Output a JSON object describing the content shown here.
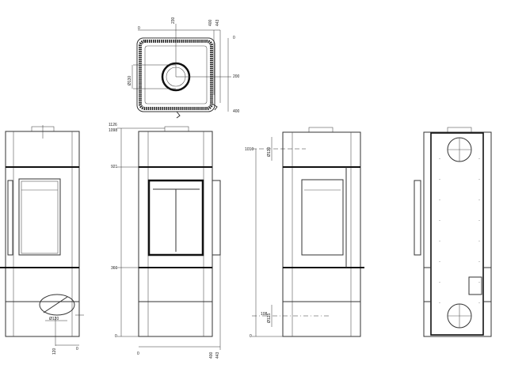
{
  "top_view": {
    "dim_230": "230",
    "dim_400_top": "400",
    "dim_443": "443",
    "dim_0": "0",
    "dim_200": "200",
    "dim_400_right": "400",
    "diameter": "Ø130"
  },
  "left_view": {
    "diameter": "Ø120",
    "dim_120": "120",
    "dim_0": "0"
  },
  "front_view": {
    "h_1126": "1126",
    "h_1098": "1098",
    "h_921": "921",
    "h_366": "366",
    "h_0": "0",
    "w_0": "0",
    "w_400": "400",
    "w_443": "443"
  },
  "side_view": {
    "h_1010": "1010",
    "diameter_top": "Ø130",
    "h_108": "108",
    "diameter_bottom": "Ø125",
    "h_0": "0"
  }
}
